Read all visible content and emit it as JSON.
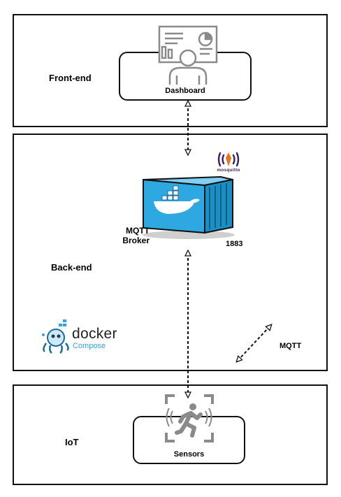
{
  "frontend": {
    "layer_label": "Front-end",
    "card_label": "Dashboard",
    "icon": "dashboard-presentation-icon"
  },
  "backend": {
    "layer_label": "Back-end",
    "broker_label_line1": "MQTT",
    "broker_label_line2": "Broker",
    "port": "1883",
    "protocol_label": "MQTT",
    "mosquitto_logo_text": "mosquitto",
    "compose_logo_word1": "docker",
    "compose_logo_word2": "Compose",
    "container_icon": "docker-container-icon"
  },
  "iot": {
    "layer_label": "IoT",
    "card_label": "Sensors",
    "icon": "motion-sensor-icon"
  },
  "colors": {
    "docker_blue": "#2ea8e0",
    "compose_blue": "#3aa0dc",
    "mosquitto_purple": "#3b1f66",
    "mosquitto_orange": "#e8741e"
  }
}
